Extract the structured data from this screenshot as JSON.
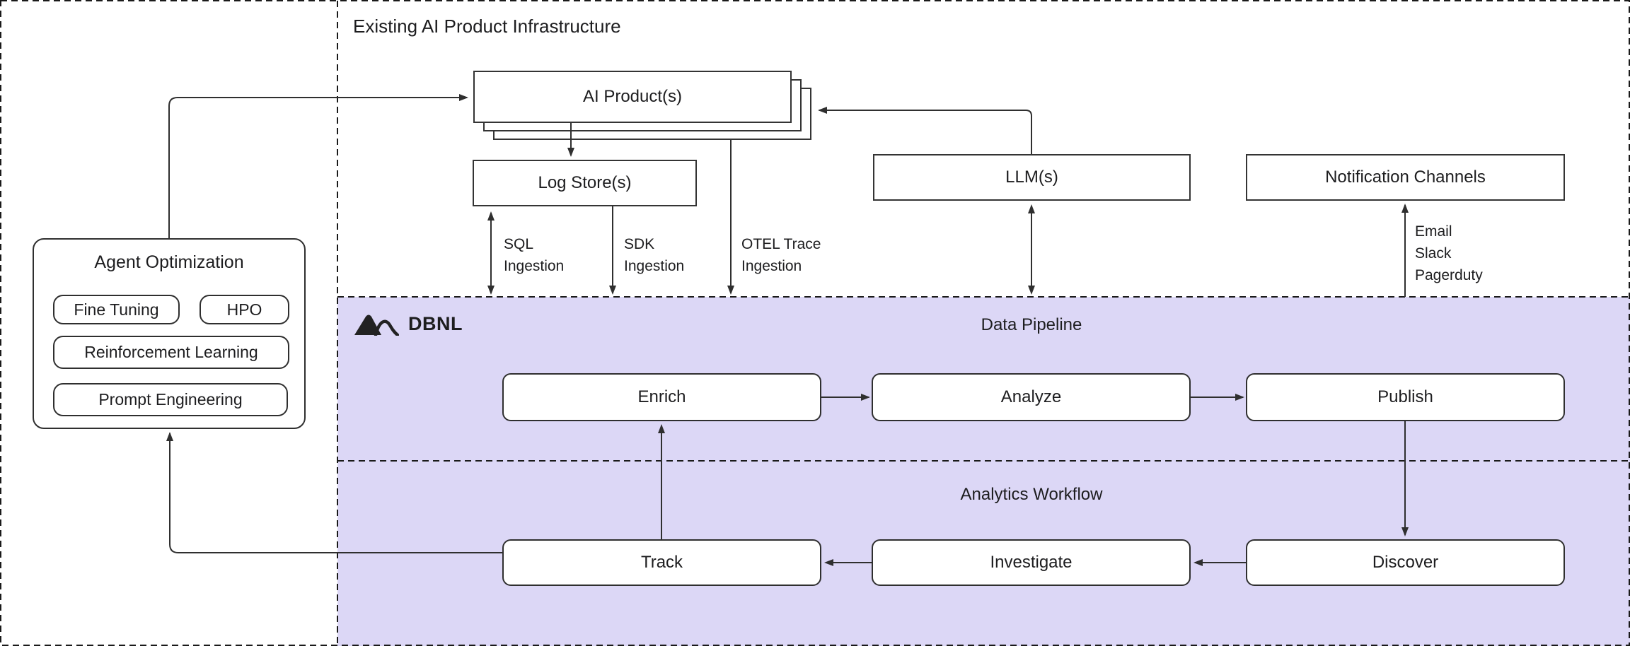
{
  "colors": {
    "region_fill": "#dcd7f6",
    "line": "#2f2f2f",
    "dashed_border": "#1a1a1a",
    "text": "#1d1d1f",
    "node_fill": "#ffffff"
  },
  "header": {
    "title": "Existing AI Product Infrastructure"
  },
  "infrastructure_nodes": {
    "ai_products": "AI Product(s)",
    "log_stores": "Log Store(s)",
    "llms": "LLM(s)",
    "notification_channels": "Notification Channels"
  },
  "agent_optimization": {
    "title": "Agent Optimization",
    "pills": [
      {
        "label": "Fine Tuning"
      },
      {
        "label": "HPO"
      },
      {
        "label": "Reinforcement Learning"
      },
      {
        "label": "Prompt Engineering"
      }
    ]
  },
  "dbnl": {
    "brand": "DBNL",
    "logo_icon": "mountains-icon",
    "sections": {
      "data_pipeline": "Data Pipeline",
      "analytics_workflow": "Analytics Workflow"
    },
    "pipeline_nodes": {
      "enrich": "Enrich",
      "analyze": "Analyze",
      "publish": "Publish"
    },
    "workflow_nodes": {
      "track": "Track",
      "investigate": "Investigate",
      "discover": "Discover"
    }
  },
  "edge_labels": {
    "sql": {
      "line1": "SQL",
      "line2": "Ingestion"
    },
    "sdk": {
      "line1": "SDK",
      "line2": "Ingestion"
    },
    "otel": {
      "line1": "OTEL Trace",
      "line2": "Ingestion"
    },
    "notification": {
      "lines": [
        "Email",
        "Slack",
        "Pagerduty"
      ]
    }
  }
}
